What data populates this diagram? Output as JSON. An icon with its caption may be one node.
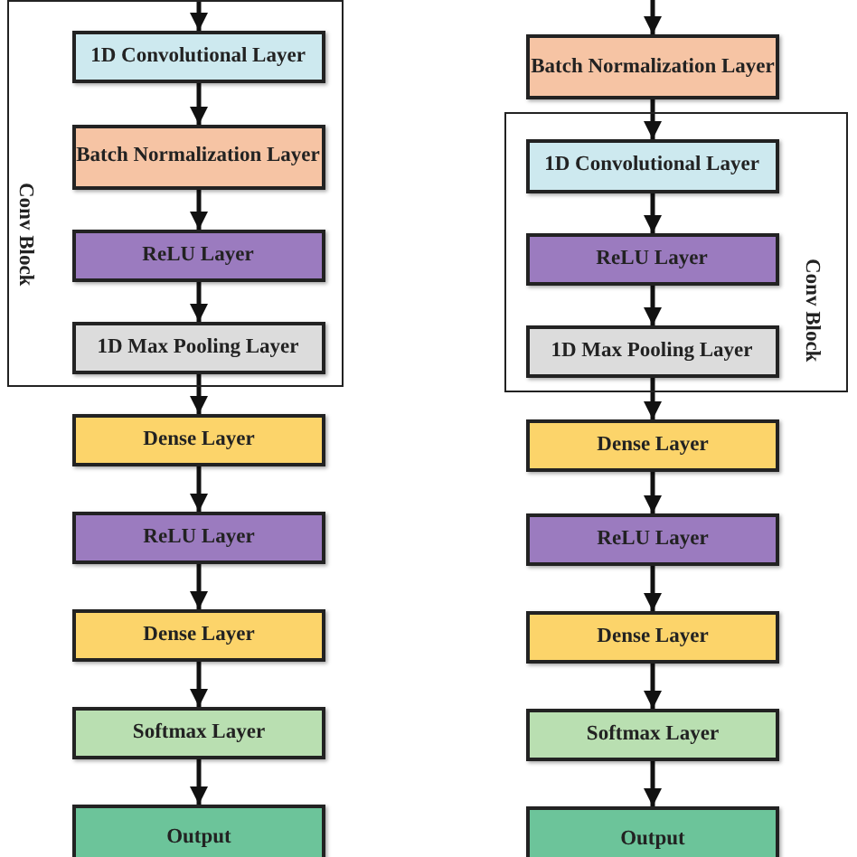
{
  "diagram": {
    "nodes": [
      {
        "text": [
          "Conv Block"
        ]
      },
      {
        "text": [
          "1D Convolutional Layer"
        ],
        "in": 0
      },
      {
        "text": [
          "Batch Normalization Layer"
        ],
        "in": 0
      },
      {
        "text": [
          "ReLU Layer"
        ],
        "in": 0
      },
      {
        "text": [
          "1D Max Pooling Layer"
        ],
        "in": 0
      },
      {
        "text": [
          "Dense Layer"
        ]
      },
      {
        "text": [
          "ReLU Layer"
        ]
      },
      {
        "text": [
          "Dense Layer"
        ]
      },
      {
        "text": [
          "Softmax Layer"
        ]
      },
      {
        "text": [
          "Output"
        ]
      },
      {
        "text": [
          "Batch Normalization Layer"
        ]
      },
      {
        "text": [
          "Conv Block"
        ]
      },
      {
        "text": [
          "1D Convolutional Layer"
        ],
        "in": 11
      },
      {
        "text": [
          "ReLU Layer"
        ],
        "in": 11
      },
      {
        "text": [
          "1D Max Pooling Layer"
        ],
        "in": 11
      },
      {
        "text": [
          "Dense Layer"
        ]
      },
      {
        "text": [
          "ReLU Layer"
        ]
      },
      {
        "text": [
          "Dense Layer"
        ]
      },
      {
        "text": [
          "Softmax Layer"
        ]
      },
      {
        "text": [
          "Output"
        ]
      }
    ],
    "edges": [
      {
        "from": null,
        "to": 1,
        "arrow": "to"
      },
      {
        "from": 1,
        "to": 2,
        "arrow": "to"
      },
      {
        "from": 2,
        "to": 3,
        "arrow": "to"
      },
      {
        "from": 3,
        "to": 4,
        "arrow": "to"
      },
      {
        "from": 4,
        "to": 5,
        "arrow": "to"
      },
      {
        "from": 5,
        "to": 6,
        "arrow": "to"
      },
      {
        "from": 6,
        "to": 7,
        "arrow": "to"
      },
      {
        "from": 7,
        "to": 8,
        "arrow": "to"
      },
      {
        "from": 8,
        "to": 9,
        "arrow": "to"
      },
      {
        "from": null,
        "to": 10,
        "arrow": "to"
      },
      {
        "from": 10,
        "to": 12,
        "arrow": "to"
      },
      {
        "from": 12,
        "to": 13,
        "arrow": "to"
      },
      {
        "from": 13,
        "to": 14,
        "arrow": "to"
      },
      {
        "from": 14,
        "to": 15,
        "arrow": "to"
      },
      {
        "from": 15,
        "to": 16,
        "arrow": "to"
      },
      {
        "from": 16,
        "to": 17,
        "arrow": "to"
      },
      {
        "from": 17,
        "to": 18,
        "arrow": "to"
      },
      {
        "from": 18,
        "to": 19,
        "arrow": "to"
      }
    ]
  }
}
